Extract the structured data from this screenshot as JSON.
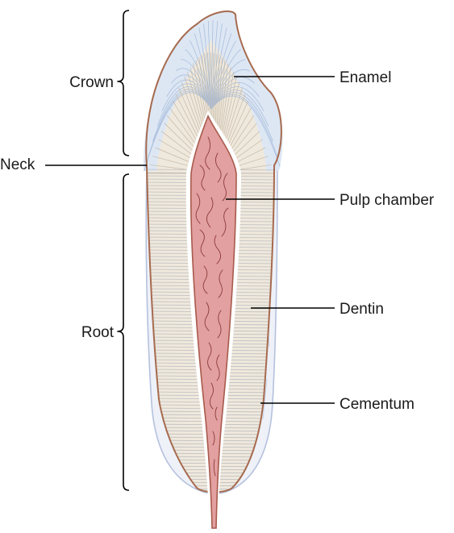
{
  "regions": {
    "crown": "Crown",
    "neck": "Neck",
    "root": "Root"
  },
  "parts": {
    "enamel": "Enamel",
    "pulp_chamber": "Pulp chamber",
    "dentin": "Dentin",
    "cementum": "Cementum"
  },
  "colors": {
    "outline": "#a66a4e",
    "enamel": "#dde7f4",
    "enamel_lines": "#a9bedc",
    "dentin": "#efe8dc",
    "dentin_lines": "#b3b6bd",
    "cementum": "#b5c1dd",
    "pulp": "#e2a0a0",
    "pulp_outline": "#a85a4c",
    "pulp_veins": "#8f3a3a"
  }
}
